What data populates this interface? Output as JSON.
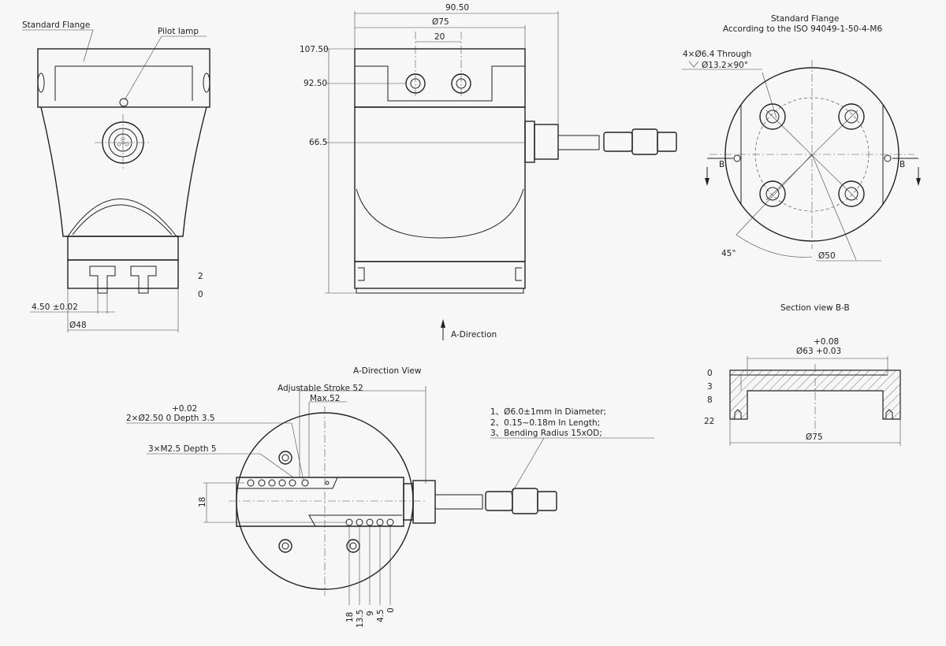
{
  "front_view": {
    "standard_flange_label": "Standard Flange",
    "pilot_lamp_label": "Pilot lamp",
    "dim_2": "2",
    "dim_0": "0",
    "dim_4_50": "4.50 ±0.02",
    "dim_d48": "Ø48"
  },
  "side_view": {
    "dim_90_50": "90.50",
    "dim_d75": "Ø75",
    "dim_20": "20",
    "dim_107_50": "107.50",
    "dim_92_50": "92.50",
    "dim_66_5": "66.5",
    "a_direction": "A-Direction"
  },
  "flange_view": {
    "title_line1": "Standard Flange",
    "title_line2": "According to the ISO 94049-1-50-4-M6",
    "hole_spec": "4×Ø6.4 Through",
    "counterbore_spec": "Ø13.2×90°",
    "section_marker": "B",
    "angle_45": "45°",
    "dim_d50": "Ø50"
  },
  "section_view": {
    "title": "Section view B-B",
    "tol_upper": "+0.08",
    "dim_d63": "Ø63 +0.03",
    "dim_0": "0",
    "dim_3": "3",
    "dim_8": "8",
    "dim_22": "22",
    "dim_d75": "Ø75"
  },
  "a_direction_view": {
    "title": "A-Direction View",
    "stroke_label": "Adjustable Stroke 52",
    "max_label": "Max.52",
    "pin_tol": "+0.02",
    "pin_spec": "2×Ø2.50 0   Depth 3.5",
    "thread_spec": "3×M2.5 Depth 5",
    "dim_18": "18",
    "bottom_dims": [
      "18",
      "13.5",
      "9",
      "4.5",
      "0"
    ],
    "cable_notes": [
      "1、Ø6.0±1mm In Diameter;",
      "2、0.15~0.18m In Length;",
      "3、Bending Radius 15xOD;"
    ]
  }
}
